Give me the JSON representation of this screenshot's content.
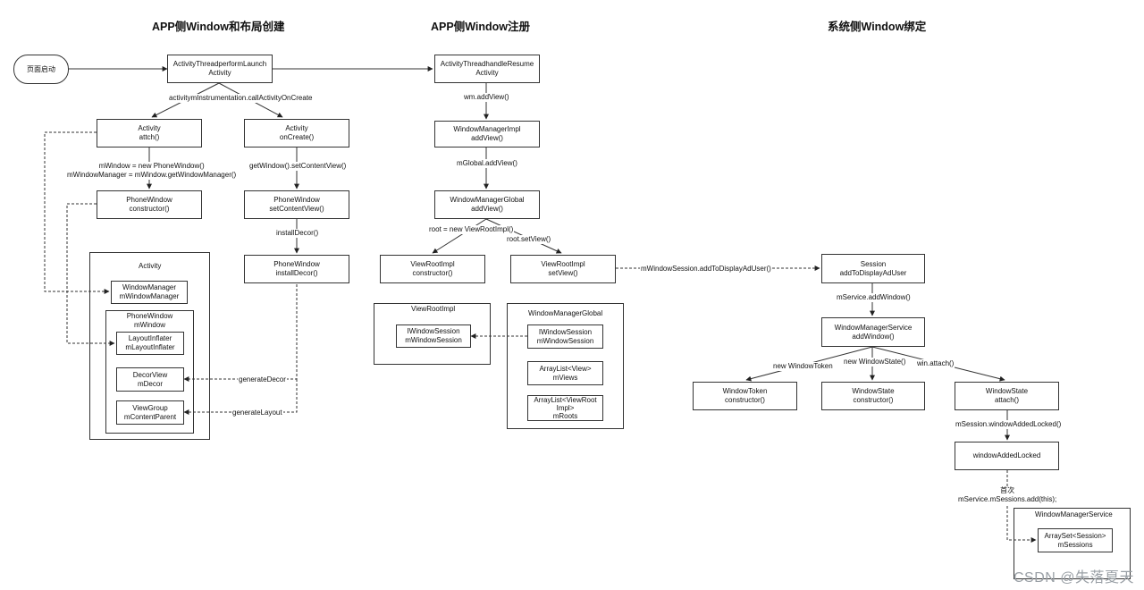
{
  "headers": {
    "left": "APP侧Window和布局创建",
    "middle": "APP侧Window注册",
    "right": "系统侧Window绑定"
  },
  "start": "页面启动",
  "boxes": {
    "perform_launch": [
      "ActivityThreadperformLaunch",
      "Activity"
    ],
    "activity_attach": [
      "Activity",
      "attch()"
    ],
    "activity_oncreate": [
      "Activity",
      "onCreate()"
    ],
    "phonewindow_ctor": [
      "PhoneWindow",
      "constructor()"
    ],
    "phonewindow_setcontent": [
      "PhoneWindow",
      "setContentView()"
    ],
    "phonewindow_installdecor": [
      "PhoneWindow",
      "installDecor()"
    ],
    "handle_resume": [
      "ActivityThreadhandleResume",
      "Activity"
    ],
    "wmimpl_addview": [
      "WindowManagerImpl",
      "addView()"
    ],
    "wmglobal_addview": [
      "WindowManagerGlobal",
      "addView()"
    ],
    "viewroot_ctor": [
      "ViewRootImpl",
      "constructor()"
    ],
    "viewroot_setview": [
      "ViewRootImpl",
      "setView()"
    ],
    "session_add": [
      "Session",
      "addToDisplayAdUser"
    ],
    "wms_addwindow": [
      "WindowManagerService",
      "addWindow()"
    ],
    "token_ctor": [
      "WindowToken",
      "constructor()"
    ],
    "state_ctor": [
      "WindowState",
      "constructor()"
    ],
    "state_attach": [
      "WindowState",
      "attach()"
    ],
    "window_added_locked": [
      "windowAddedLocked"
    ]
  },
  "containers": {
    "activity": {
      "title": "Activity",
      "window_manager": [
        "WindowManager",
        "mWindowManager"
      ],
      "phonewindow": {
        "title": [
          "PhoneWindow",
          "mWindow"
        ],
        "layout_inflater": [
          "LayoutInflater",
          "mLayoutInflater"
        ],
        "decor_view": [
          "DecorView",
          "mDecor"
        ],
        "view_group": [
          "ViewGroup",
          "mContentParent"
        ]
      }
    },
    "viewrootimpl": {
      "title": "ViewRootImpl",
      "session": [
        "IWindowSession",
        "mWindowSession"
      ]
    },
    "wmglobal": {
      "title": "WindowManagerGlobal",
      "session": [
        "IWindowSession",
        "mWindowSession"
      ],
      "views": [
        "ArrayList<View>",
        "mViews"
      ],
      "roots": [
        "ArrayList<ViewRoot",
        "Impl>",
        "mRoots"
      ]
    },
    "wms": {
      "title": "WindowManagerService",
      "sessions": [
        "ArraySet<Session>",
        "mSessions"
      ]
    }
  },
  "edge_labels": {
    "call_oncreate": "activitymInstrumentation.callActivityOnCreate",
    "new_phonewindow": [
      "mWindow = new PhoneWindow()",
      "mWindowManager = mWindow.getWindowManager()"
    ],
    "get_window": "getWindow().setContentView()",
    "install_decor": "installDecor()",
    "generate_decor": "generateDecor",
    "generate_layout": "generateLayout",
    "wm_addview": "wm.addView()",
    "global_addview": "mGlobal.addView()",
    "new_viewroot": "root = new ViewRootImpl()",
    "root_setview": "root.setView()",
    "add_to_display": "mWindowSession.addToDisplayAdUser()",
    "service_addwindow": "mService.addWindow()",
    "new_token": "new WindowToken",
    "new_state": "new WindowState()",
    "win_attach": "win.attach()",
    "window_added": "mSession.windowAddedLocked()",
    "first_time": [
      "首次",
      "mService.mSessions.add(this);"
    ]
  },
  "watermark": "CSDN @失落夏天"
}
